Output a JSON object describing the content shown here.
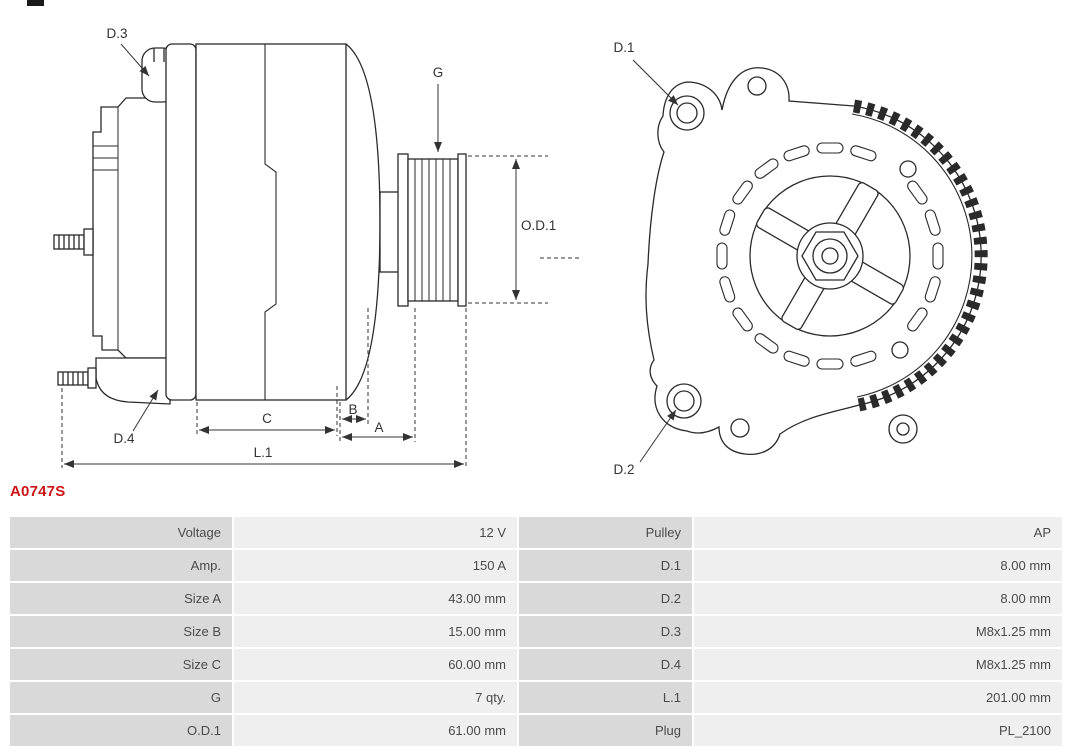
{
  "theme": {
    "accent_red": "#cc1517"
  },
  "header": {
    "part_number": "A0747S"
  },
  "diagram": {
    "side_labels": {
      "d3": "D.3",
      "g": "G",
      "od1": "O.D.1",
      "d4": "D.4",
      "c": "C",
      "b": "B",
      "a": "A",
      "l1": "L.1"
    },
    "front_labels": {
      "d1": "D.1",
      "d2": "D.2"
    }
  },
  "specs": {
    "rows": [
      {
        "label_left": "Voltage",
        "value_left": "12 V",
        "label_right": "Pulley",
        "value_right": "AP"
      },
      {
        "label_left": "Amp.",
        "value_left": "150 A",
        "label_right": "D.1",
        "value_right": "8.00 mm"
      },
      {
        "label_left": "Size A",
        "value_left": "43.00 mm",
        "label_right": "D.2",
        "value_right": "8.00 mm"
      },
      {
        "label_left": "Size B",
        "value_left": "15.00 mm",
        "label_right": "D.3",
        "value_right": "M8x1.25 mm"
      },
      {
        "label_left": "Size C",
        "value_left": "60.00 mm",
        "label_right": "D.4",
        "value_right": "M8x1.25 mm"
      },
      {
        "label_left": "G",
        "value_left": "7 qty.",
        "label_right": "L.1",
        "value_right": "201.00 mm"
      },
      {
        "label_left": "O.D.1",
        "value_left": "61.00 mm",
        "label_right": "Plug",
        "value_right": "PL_2100"
      }
    ]
  }
}
